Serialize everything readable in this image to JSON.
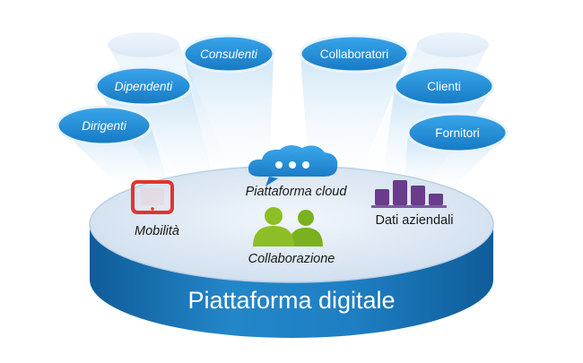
{
  "groups": [
    {
      "label": "Consulenti",
      "italic": true
    },
    {
      "label": "Collaboratori",
      "italic": false
    },
    {
      "label": "Dipendenti",
      "italic": true
    },
    {
      "label": "Clienti",
      "italic": false
    },
    {
      "label": "Dirigenti",
      "italic": true
    },
    {
      "label": "Fornitori",
      "italic": false
    }
  ],
  "platform": {
    "title": "Piattaforma digitale",
    "modules": [
      {
        "label": "Mobilità",
        "icon": "tablet-icon",
        "color": "#e3342f"
      },
      {
        "label": "Piattaforma cloud",
        "icon": "cloud-chat-icon",
        "color": "#1d8ed6"
      },
      {
        "label": "Dati aziendali",
        "icon": "bar-chart-icon",
        "color": "#6b3c8c"
      },
      {
        "label": "Collaborazione",
        "icon": "people-icon",
        "color": "#8cbf26"
      }
    ]
  },
  "colors": {
    "disc_top": "#dde7f3",
    "disc_side": "#1a75b8",
    "label_ellipse": "#1e8fd8"
  }
}
